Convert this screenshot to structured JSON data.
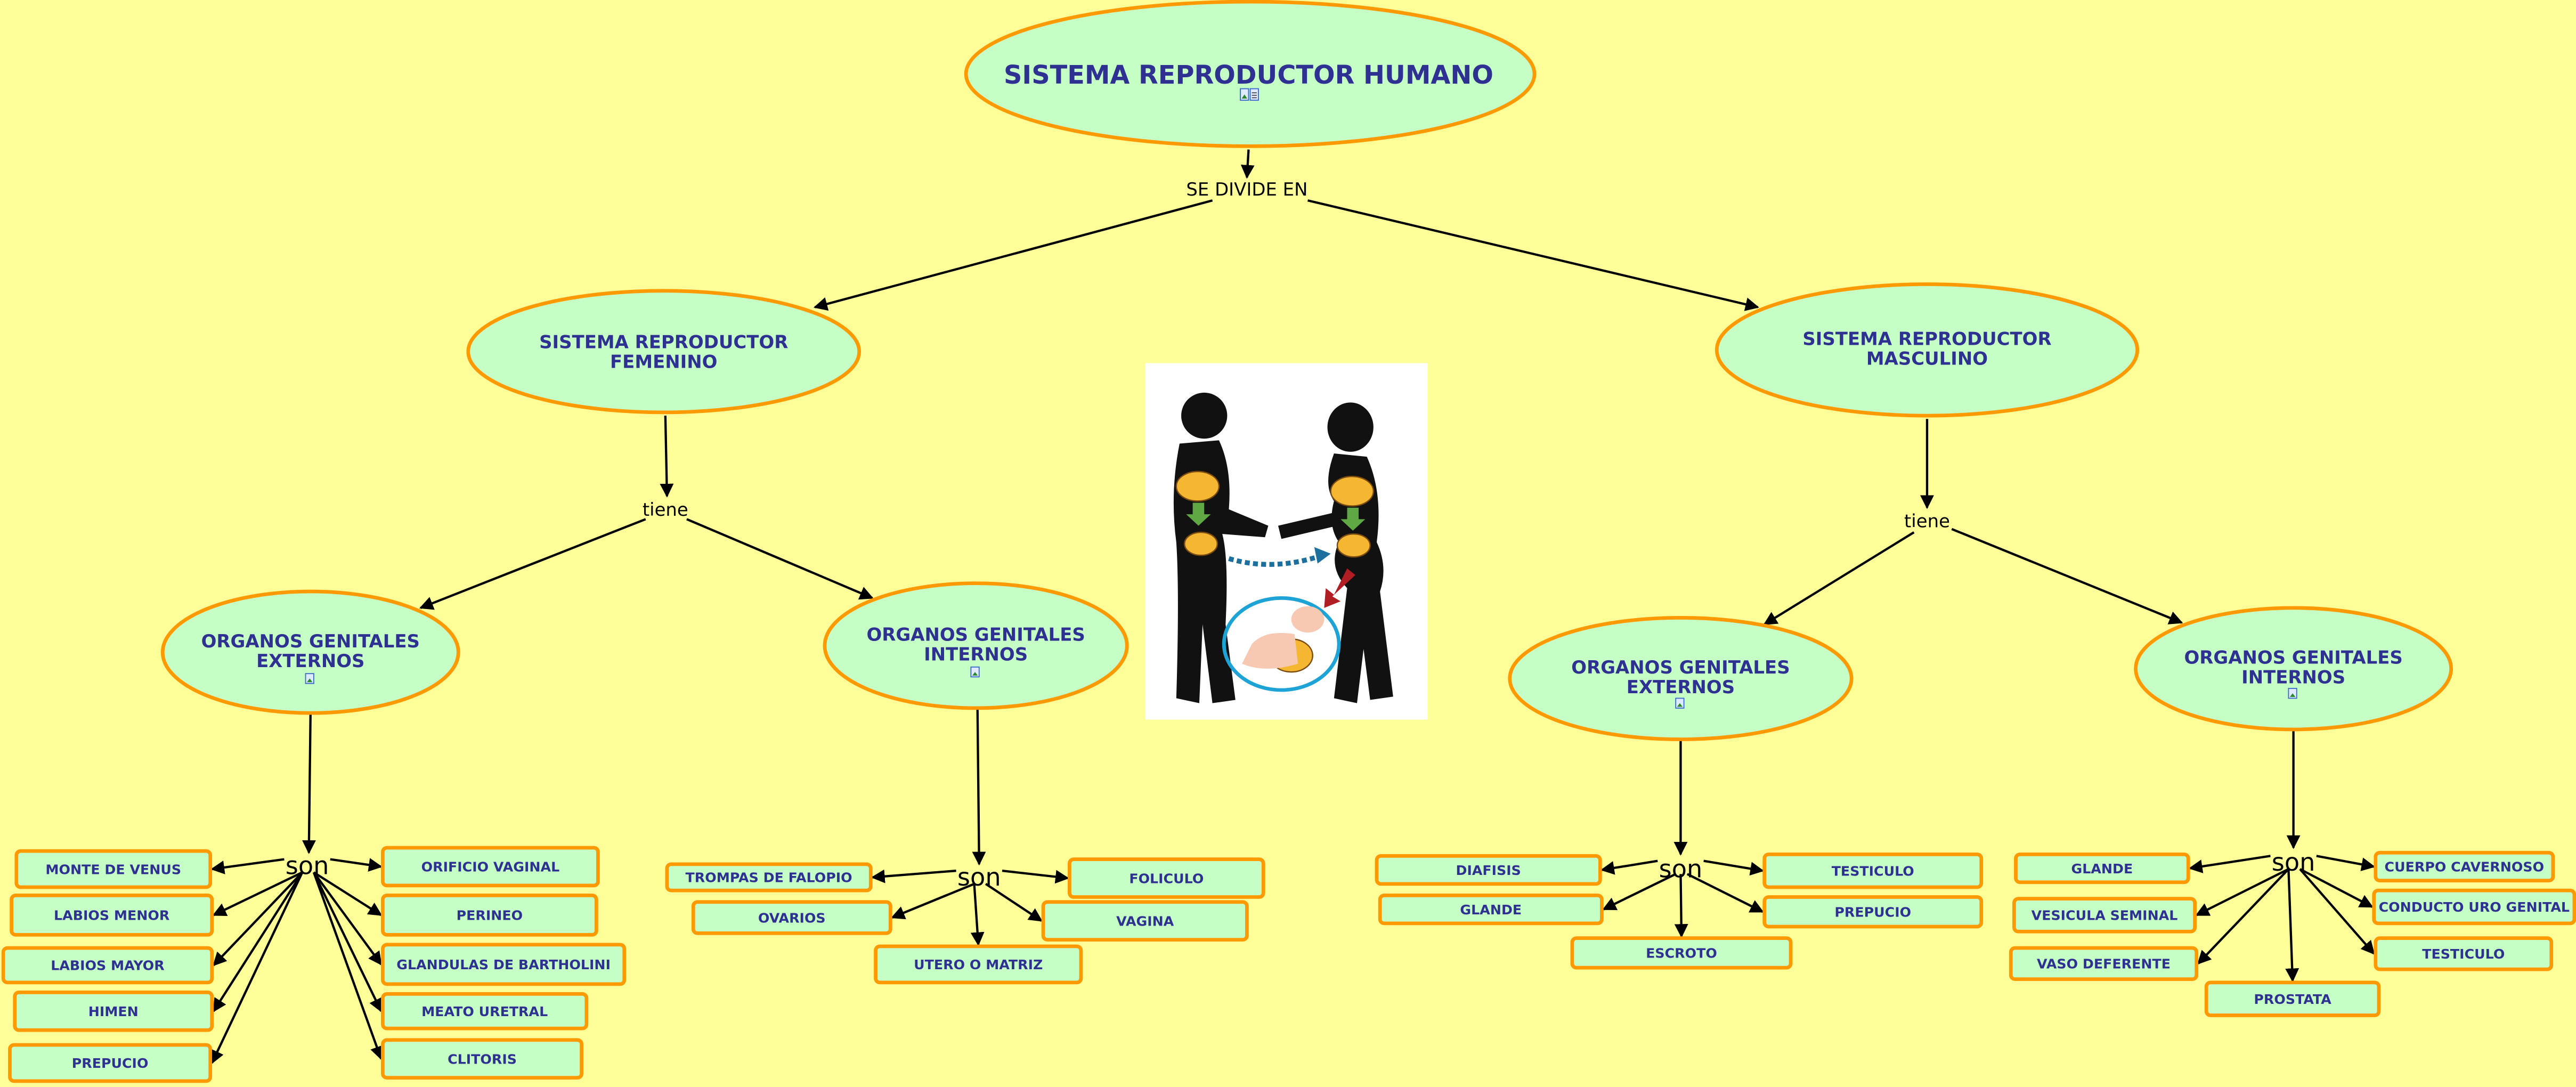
{
  "colors": {
    "background": "#ffff99",
    "node_fill": "#c6ffc6",
    "node_border": "#ff9900",
    "node_text": "#2e3192",
    "edge": "#000000"
  },
  "root": {
    "label": "SISTEMA  REPRODUCTOR HUMANO",
    "icons": [
      "image-resource-icon",
      "document-resource-icon"
    ]
  },
  "root_link": "SE DIVIDE EN",
  "central_image": {
    "icon": "human-reproduction-illustration",
    "description": "Silhouettes of a man and a woman holding hands, with gamete cells and a baby in a circle"
  },
  "branches": [
    {
      "id": "femenino",
      "label_lines": [
        "SISTEMA REPRODUCTOR",
        "FEMENINO"
      ],
      "link": "tiene",
      "children": [
        {
          "id": "fem-externos",
          "label_lines": [
            "ORGANOS GENITALES",
            "EXTERNOS"
          ],
          "icon": "image-resource-icon",
          "link": "son",
          "items": [
            "MONTE DE VENUS",
            "LABIOS MENOR",
            "LABIOS MAYOR",
            "HIMEN",
            "PREPUCIO",
            "ORIFICIO VAGINAL",
            "PERINEO",
            "GLANDULAS DE BARTHOLINI",
            "MEATO URETRAL",
            "CLITORIS"
          ]
        },
        {
          "id": "fem-internos",
          "label_lines": [
            "ORGANOS GENITALES",
            "INTERNOS"
          ],
          "icon": "image-resource-icon",
          "link": "son",
          "items": [
            "TROMPAS DE FALOPIO",
            "OVARIOS",
            "UTERO O MATRIZ",
            "FOLICULO",
            "VAGINA"
          ]
        }
      ]
    },
    {
      "id": "masculino",
      "label_lines": [
        "SISTEMA REPRODUCTOR",
        "MASCULINO"
      ],
      "link": "tiene",
      "children": [
        {
          "id": "masc-externos",
          "label_lines": [
            "ORGANOS GENITALES",
            "EXTERNOS"
          ],
          "icon": "image-resource-icon",
          "link": "son",
          "items": [
            "DIAFISIS",
            "GLANDE",
            "ESCROTO",
            "TESTICULO",
            "PREPUCIO"
          ]
        },
        {
          "id": "masc-internos",
          "label_lines": [
            "ORGANOS GENITALES",
            "INTERNOS"
          ],
          "icon": "image-resource-icon",
          "link": "son",
          "items": [
            "GLANDE",
            "VESICULA SEMINAL",
            "VASO DEFERENTE",
            "PROSTATA",
            "CUERPO CAVERNOSO",
            "CONDUCTO URO GENITAL",
            "TESTICULO"
          ]
        }
      ]
    }
  ]
}
